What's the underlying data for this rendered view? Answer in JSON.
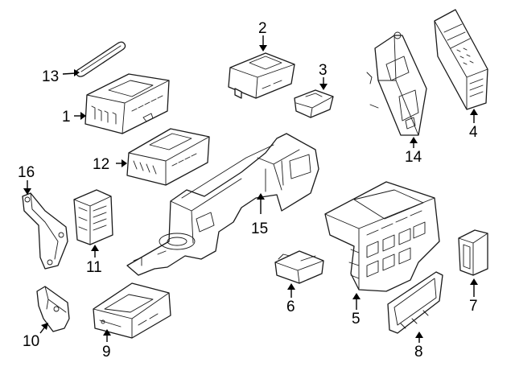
{
  "diagram": {
    "callouts": [
      {
        "id": "part-1",
        "label": "1"
      },
      {
        "id": "part-2",
        "label": "2"
      },
      {
        "id": "part-3",
        "label": "3"
      },
      {
        "id": "part-4",
        "label": "4"
      },
      {
        "id": "part-5",
        "label": "5"
      },
      {
        "id": "part-6",
        "label": "6"
      },
      {
        "id": "part-7",
        "label": "7"
      },
      {
        "id": "part-8",
        "label": "8"
      },
      {
        "id": "part-9",
        "label": "9"
      },
      {
        "id": "part-10",
        "label": "10"
      },
      {
        "id": "part-11",
        "label": "11"
      },
      {
        "id": "part-12",
        "label": "12"
      },
      {
        "id": "part-13",
        "label": "13"
      },
      {
        "id": "part-14",
        "label": "14"
      },
      {
        "id": "part-15",
        "label": "15"
      },
      {
        "id": "part-16",
        "label": "16"
      }
    ],
    "colors": {
      "line": "#1a1a1a",
      "background": "#ffffff"
    }
  }
}
